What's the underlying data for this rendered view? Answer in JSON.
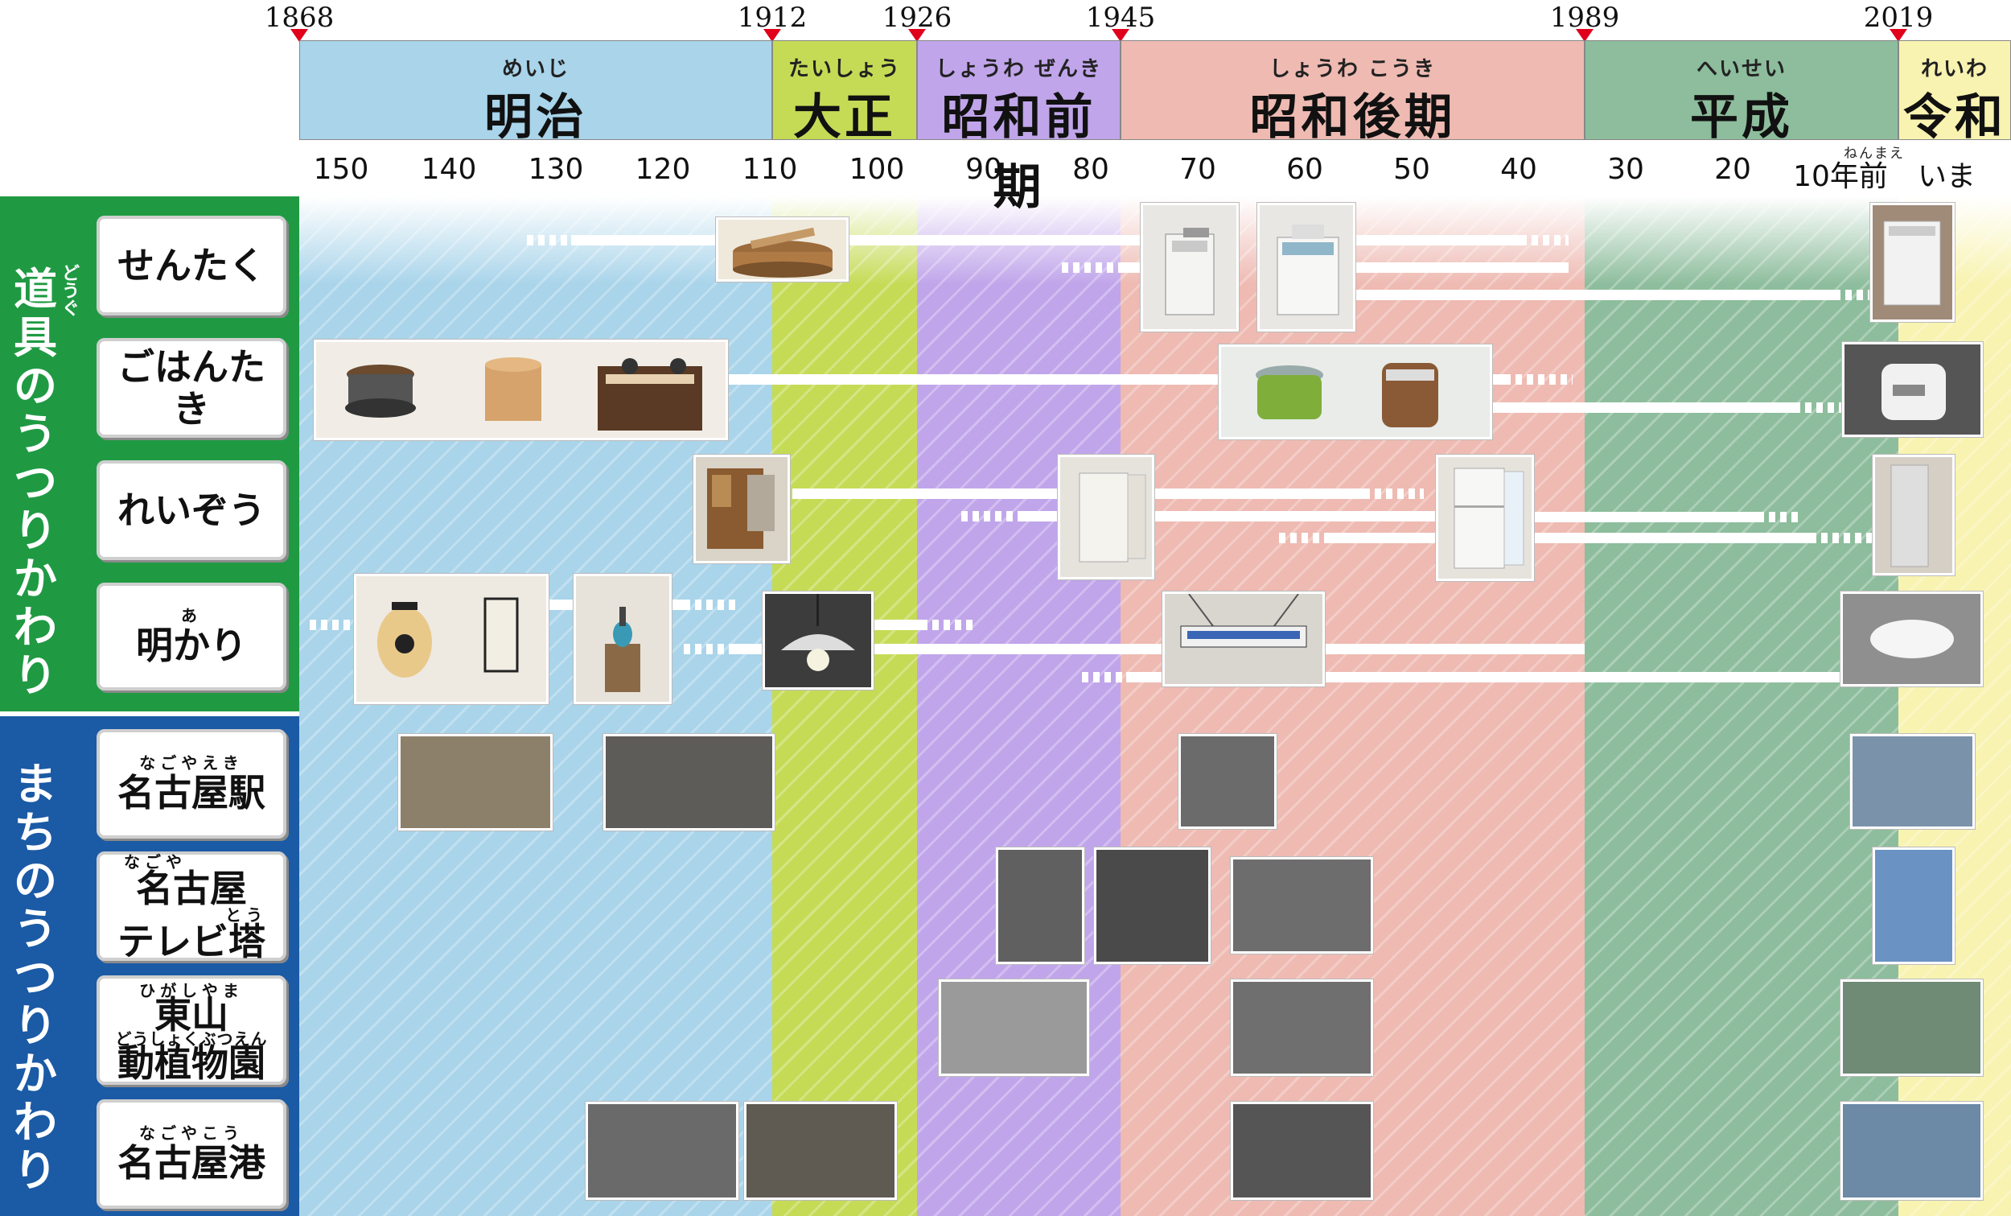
{
  "years": [
    "1868",
    "1912",
    "1926",
    "1945",
    "1989",
    "2019"
  ],
  "eras": [
    {
      "ruby": "めいじ",
      "name": "明治",
      "color": "#a9d4ea"
    },
    {
      "ruby": "たいしょう",
      "name": "大正",
      "color": "#c5db56"
    },
    {
      "ruby": "しょうわ ぜんき",
      "name": "昭和前期",
      "color": "#c0a5ea"
    },
    {
      "ruby": "しょうわ こうき",
      "name": "昭和後期",
      "color": "#eebab2"
    },
    {
      "ruby": "へいせい",
      "name": "平成",
      "color": "#8dbd9c"
    },
    {
      "ruby": "れいわ",
      "name": "令和",
      "color": "#f8f3b0"
    }
  ],
  "ticks": [
    "150",
    "140",
    "130",
    "120",
    "110",
    "100",
    "90",
    "80",
    "70",
    "60",
    "50",
    "40",
    "30",
    "20",
    "10年前",
    "いま"
  ],
  "tick_ruby": "ねんまえ",
  "groups": {
    "tools": {
      "label": "道具のうつりかわり",
      "ruby": "どうぐ",
      "color": "#1f9a43"
    },
    "town": {
      "label": "まちのうつりかわり",
      "color": "#1b5aa5"
    }
  },
  "rows": [
    {
      "ruby": "",
      "label": "せんたく"
    },
    {
      "ruby": "",
      "label": "ごはんたき"
    },
    {
      "ruby": "",
      "label": "れいぞう"
    },
    {
      "ruby": "あ",
      "label": "明かり"
    },
    {
      "ruby": "なごやえき",
      "label": "名古屋駅"
    },
    {
      "ruby": "なごや",
      "label": "名古屋",
      "ruby2": "とう",
      "label2": "テレビ塔"
    },
    {
      "ruby": "ひがしやま",
      "label": "東山",
      "ruby2": "どうしょくぶつえん",
      "label2": "動植物園"
    },
    {
      "ruby": "なごやこう",
      "label": "名古屋港"
    }
  ]
}
